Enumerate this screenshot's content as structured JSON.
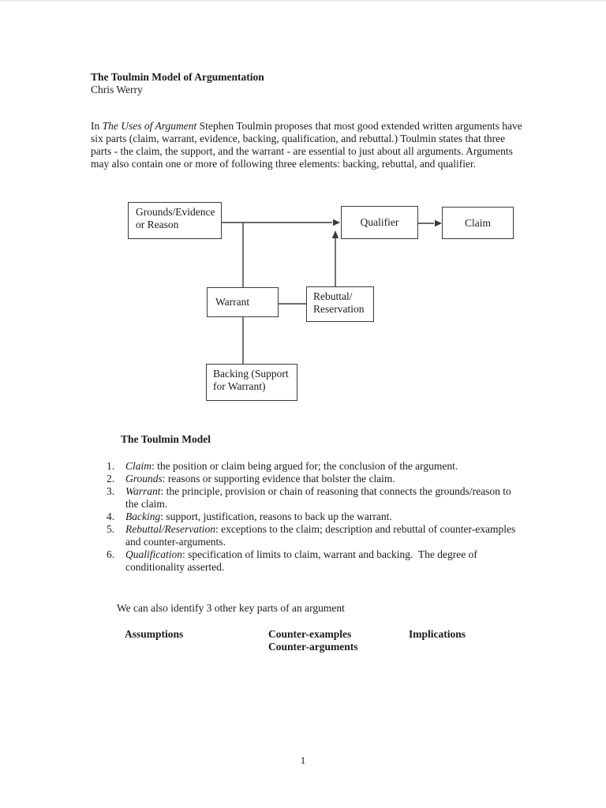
{
  "page": {
    "title": "The Toulmin Model of Argumentation",
    "author": "Chris Werry",
    "intro": {
      "prefix": "In ",
      "book_title": "The Uses of Argument",
      "rest": " Stephen Toulmin proposes that most good extended written arguments have six parts (claim, warrant, evidence, backing, qualification, and rebuttal.) Toulmin states that three parts - the claim, the support, and the warrant - are essential to just about all arguments. Arguments may also contain one or more of following three elements: backing, rebuttal, and qualifier."
    },
    "diagram": {
      "boxes": {
        "grounds": {
          "lines": [
            "Grounds/Evidence",
            "or Reason"
          ]
        },
        "qualifier": {
          "label": "Qualifier"
        },
        "claim": {
          "label": "Claim"
        },
        "warrant": {
          "label": "Warrant"
        },
        "rebuttal": {
          "lines": [
            "Rebuttal/",
            "Reservation"
          ]
        },
        "backing": {
          "lines": [
            "Backing (Support",
            "for Warrant)"
          ]
        }
      },
      "line_color": "#3a3a3a"
    },
    "section_heading": "The Toulmin Model",
    "list": [
      {
        "num": "1.",
        "term": "Claim",
        "text": ": the position or claim being argued for; the conclusion of the argument."
      },
      {
        "num": "2.",
        "term": "Grounds",
        "text": ": reasons or supporting evidence that bolster the claim."
      },
      {
        "num": "3.",
        "term": "Warrant",
        "text": ": the principle, provision or chain of reasoning that connects the grounds/reason to the claim."
      },
      {
        "num": "4.",
        "term": "Backing",
        "text": ": support, justification, reasons to back up the warrant."
      },
      {
        "num": "5.",
        "term": "Rebuttal/Reservation",
        "text": ": exceptions to the claim; description and rebuttal of counter-examples and counter-arguments."
      },
      {
        "num": "6.",
        "term": "Qualification",
        "text": ": specification of limits to claim, warrant and backing.  The degree of conditionality asserted."
      }
    ],
    "other_parts_intro": "We can also identify 3 other key parts of an argument",
    "key_parts": {
      "col1": [
        "Assumptions"
      ],
      "col2": [
        "Counter-examples",
        "Counter-arguments"
      ],
      "col3": [
        "Implications"
      ]
    },
    "page_number": "1",
    "colors": {
      "text": "#1b1b1b",
      "box_border": "#3b3b3b"
    }
  }
}
